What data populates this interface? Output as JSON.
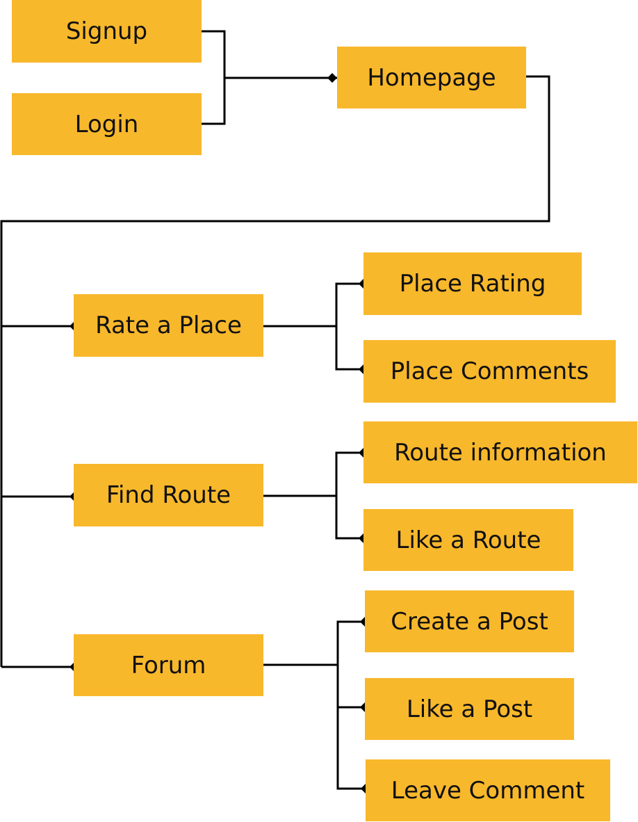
{
  "diagram": {
    "node_color": "#F8B82C",
    "line_color": "#000000",
    "nodes": {
      "signup": "Signup",
      "login": "Login",
      "homepage": "Homepage",
      "rate_a_place": "Rate a Place",
      "find_route": "Find Route",
      "forum": "Forum",
      "place_rating": "Place Rating",
      "place_comments": "Place Comments",
      "route_information": "Route information",
      "like_a_route": "Like a Route",
      "create_a_post": "Create a Post",
      "like_a_post": "Like a Post",
      "leave_comment": "Leave Comment"
    }
  }
}
